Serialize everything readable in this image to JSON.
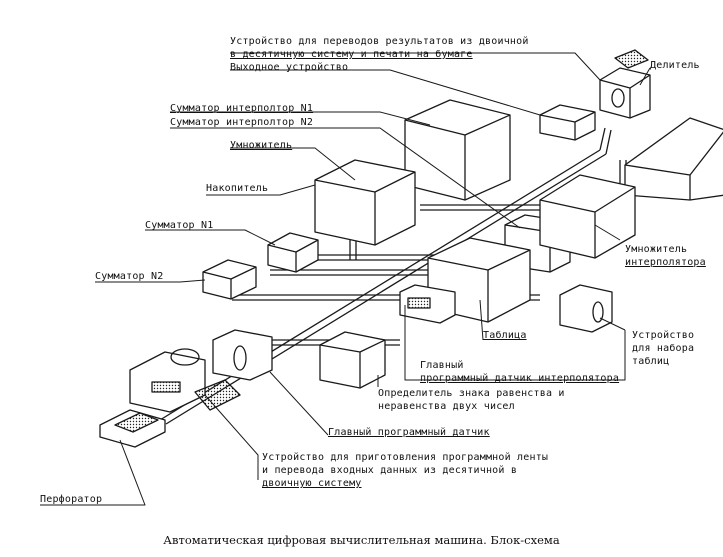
{
  "labels": {
    "output_converter_line1": "Устройство для переводов результатов из двоичной",
    "output_converter_line2": "в десятичную систему и печати на бумаге",
    "output_device": "Выходное устройство",
    "divider": "Делитель",
    "adder_interp1": "Сумматор интерполтор N1",
    "adder_interp2": "Сумматор интерполтор N2",
    "multiplier": "Умножитель",
    "accumulator": "Накопитель",
    "adder1": "Сумматор N1",
    "adder2": "Сумматор N2",
    "multiplier_interp_line1": "Умножитель",
    "multiplier_interp_line2": "интерполятора",
    "table": "Таблица",
    "table_input_line1": "Устройство",
    "table_input_line2": "для набора",
    "table_input_line3": "таблиц",
    "main_prog_interp_line1": "Главный",
    "main_prog_interp_line2": "программный датчик интерполятора",
    "sign_detector_line1": "Определитель знака равенства и",
    "sign_detector_line2": "неравенства двух чисел",
    "main_prog_sensor": "Главный программный датчик",
    "tape_prep_line1": "Устройство для приготовления программной ленты",
    "tape_prep_line2": "и перевода входных данных из десятичной в",
    "tape_prep_line3": "двоичную систему",
    "perforator": "Перфоратор"
  },
  "caption": "Автоматическая цифровая вычислительная машина. Блок-схема"
}
